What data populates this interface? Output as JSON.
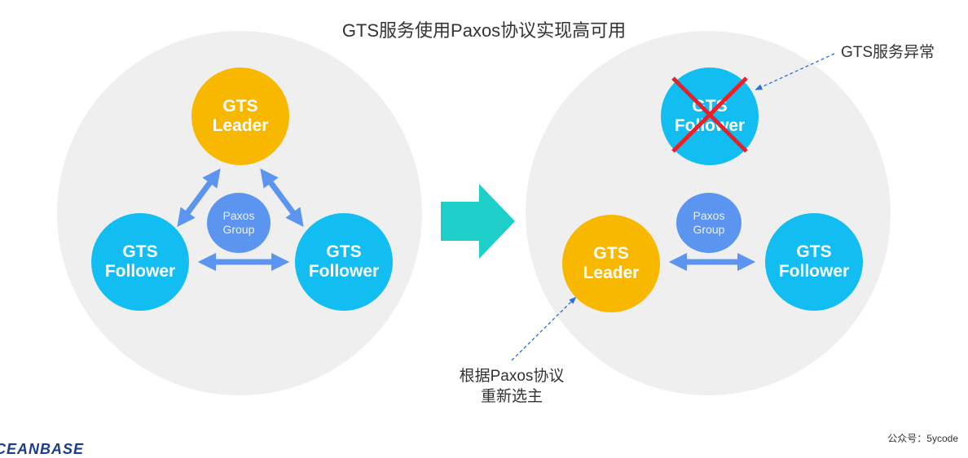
{
  "title": "GTS服务使用Paxos协议实现高可用",
  "left": {
    "leader": {
      "line1": "GTS",
      "line2": "Leader"
    },
    "follower_left": {
      "line1": "GTS",
      "line2": "Follower"
    },
    "follower_right": {
      "line1": "GTS",
      "line2": "Follower"
    },
    "paxos": {
      "line1": "Paxos",
      "line2": "Group"
    }
  },
  "right": {
    "failed": {
      "line1": "GTS",
      "line2": "Follower"
    },
    "leader": {
      "line1": "GTS",
      "line2": "Leader"
    },
    "follower": {
      "line1": "GTS",
      "line2": "Follower"
    },
    "paxos": {
      "line1": "Paxos",
      "line2": "Group"
    }
  },
  "annotations": {
    "failure": "GTS服务异常",
    "reelect_line1": "根据Paxos协议",
    "reelect_line2": "重新选主"
  },
  "footer": {
    "watermark": "公众号：5ycode",
    "logo": "CEANBASE"
  },
  "colors": {
    "leader": "#f9b800",
    "follower": "#12bdf2",
    "paxos": "#5b95f0",
    "arrow": "#5b95f0",
    "transition_arrow": "#1ecfc9",
    "fail_cross": "#e8202a"
  }
}
